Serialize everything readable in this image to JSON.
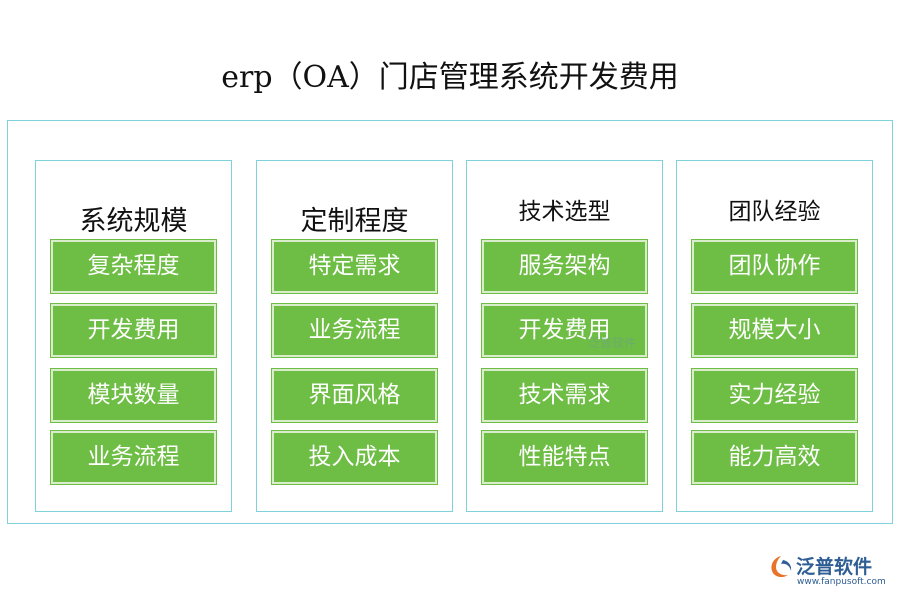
{
  "title": "erp（OA）门店管理系统开发费用",
  "columns": [
    {
      "title": "系统规模",
      "items": [
        "复杂程度",
        "开发费用",
        "模块数量",
        "业务流程"
      ]
    },
    {
      "title": "定制程度",
      "items": [
        "特定需求",
        "业务流程",
        "界面风格",
        "投入成本"
      ]
    },
    {
      "title": "技术选型",
      "items": [
        "服务架构",
        "开发费用",
        "技术需求",
        "性能特点"
      ]
    },
    {
      "title": "团队经验",
      "items": [
        "团队协作",
        "规模大小",
        "实力经验",
        "能力高效"
      ]
    }
  ],
  "watermark": {
    "center_text": "泛普软件",
    "logo_name": "泛普软件",
    "logo_url": "www.fanpusoft.com"
  },
  "colors": {
    "border": "#7fd1dc",
    "item_fill": "#6ebd45",
    "item_text": "#ffffff",
    "logo": "#2e5e93"
  }
}
